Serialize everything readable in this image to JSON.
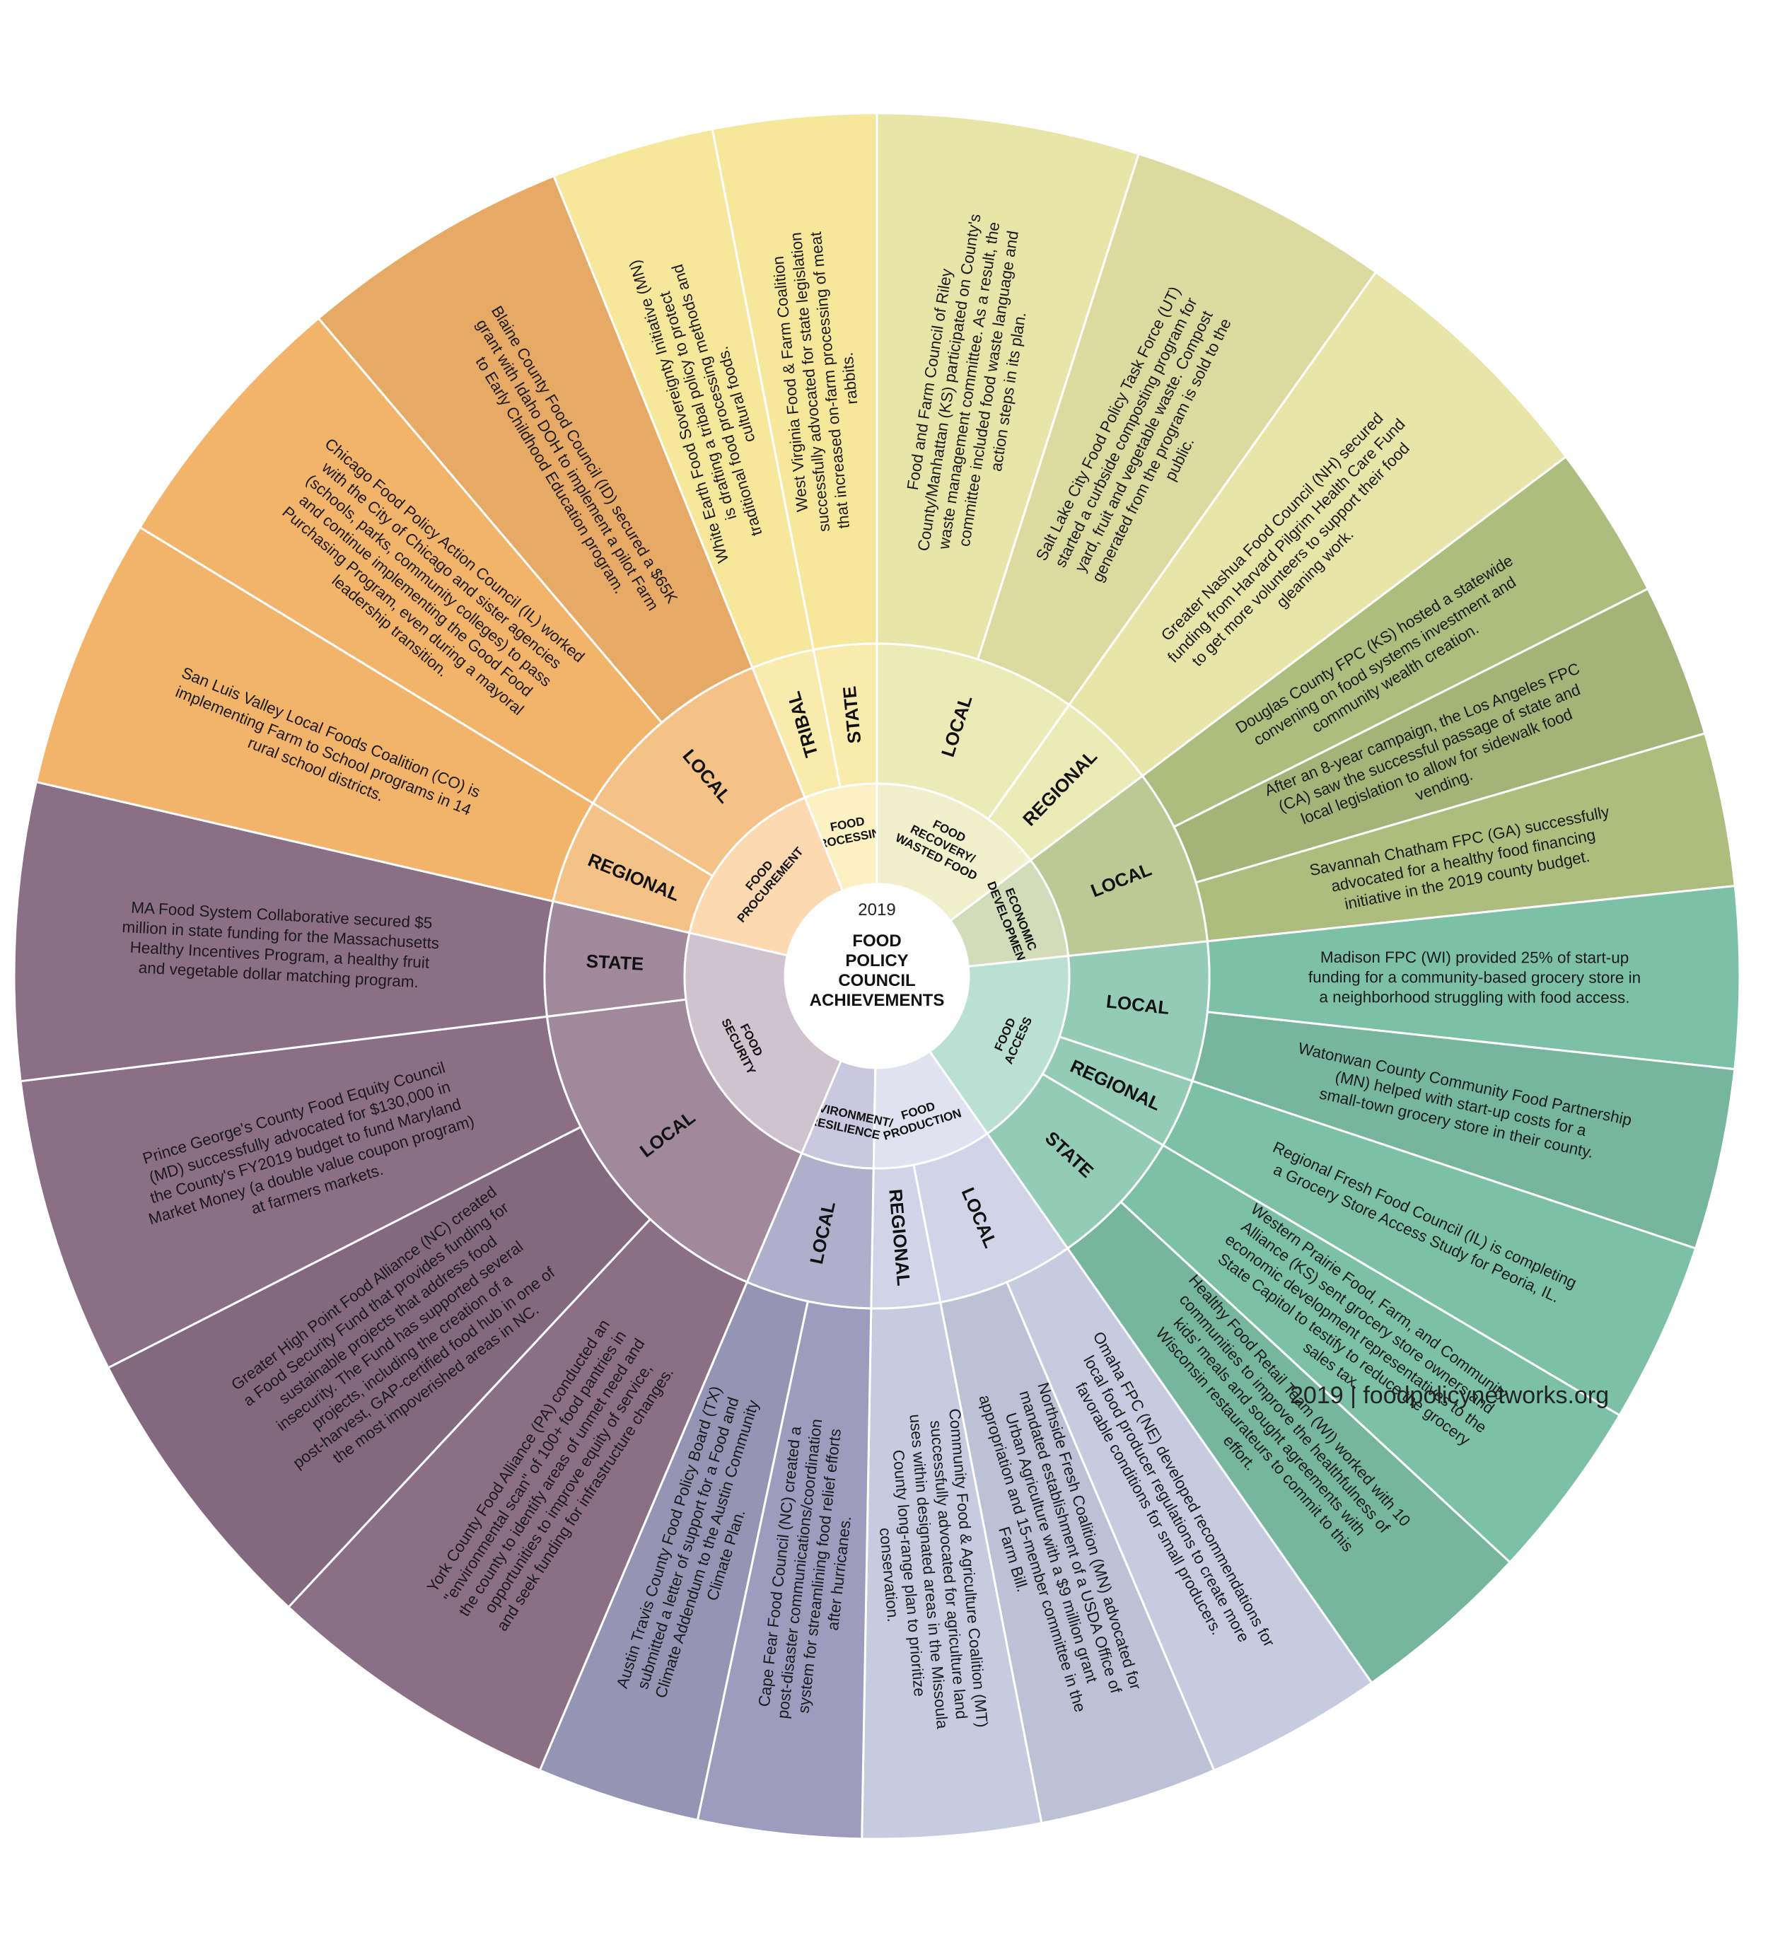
{
  "center": {
    "year": "2019",
    "title_lines": [
      "FOOD",
      "POLICY",
      "COUNCIL",
      "ACHIEVEMENTS"
    ]
  },
  "footer": "2019 | foodpolicynetworks.org",
  "categories": [
    {
      "name": "food-processing",
      "label_lines": [
        "FOOD",
        "PROCESSING"
      ],
      "color": "#f7e79a",
      "light": "#fbf1c3",
      "levels": [
        {
          "label": "TRIBAL",
          "items": [
            "White Earth Food Sovereignty Initiative (MN) is drafting a tribal policy to protect traditional food processing methods and cultural foods."
          ]
        },
        {
          "label": "STATE",
          "items": [
            "West Virginia Food & Farm Coalition successfully advocated for state legislation that increased on-farm processing of meat rabbits."
          ]
        }
      ]
    },
    {
      "name": "food-recovery",
      "label_lines": [
        "FOOD",
        "RECOVERY/",
        "WASTED FOOD"
      ],
      "color": "#e7e6a8",
      "light": "#f0f0cc",
      "levels": [
        {
          "label": "LOCAL",
          "items": [
            "Food and Farm Council of Riley County/Manhattan (KS) participated on County's waste management committee. As a result, the committee included food waste language and action steps in its plan.",
            "Salt Lake City Food Policy Task Force (UT) started a curbside composting program for yard, fruit and vegetable waste. Compost generated from the program is sold to the public."
          ]
        },
        {
          "label": "REGIONAL",
          "items": [
            "Greater Nashua Food Council (NH) secured funding from Harvard Pilgrim Health Care Fund to get more volunteers to support their food gleaning work."
          ]
        }
      ]
    },
    {
      "name": "economic-development",
      "label_lines": [
        "ECONOMIC",
        "DEVELOPMENT"
      ],
      "color": "#adbd7e",
      "light": "#d3dcb8",
      "levels": [
        {
          "label": "LOCAL",
          "items": [
            "Douglas County FPC (KS) hosted a statewide convening on food systems investment and community wealth creation.",
            "After an 8-year campaign, the Los Angeles FPC (CA) saw the successful passage of state and local legislation to allow for sidewalk food vending.",
            "Savannah Chatham FPC (GA) successfully advocated for a healthy food financing initiative in the 2019 county budget."
          ]
        }
      ]
    },
    {
      "name": "food-access",
      "label_lines": [
        "FOOD",
        "ACCESS"
      ],
      "color": "#7cc0a7",
      "light": "#b9e0d3",
      "levels": [
        {
          "label": "LOCAL",
          "items": [
            "Madison FPC (WI) provided 25% of start-up funding for a community-based grocery store in a neighborhood struggling with food access.",
            "Watonwan County Community Food Partnership (MN) helped with start-up costs for a small-town grocery store in their county."
          ]
        },
        {
          "label": "REGIONAL",
          "items": [
            "Regional Fresh Food Council (IL) is completing a Grocery Store Access Study for Peoria, IL."
          ]
        },
        {
          "label": "STATE",
          "items": [
            "Western Prairie Food, Farm, and Community Alliance (KS) sent grocery store owners and economic development representatives to the State Capitol to testify to reduce the grocery sales tax.",
            "Healthy Food Retail Team (WI) worked with 10 communities to improve the healthfulness of kids' meals and sought agreements with Wisconsin restaurateurs to commit to this effort."
          ]
        }
      ]
    },
    {
      "name": "food-production",
      "label_lines": [
        "FOOD",
        "PRODUCTION"
      ],
      "color": "#c7cbe0",
      "light": "#e0e3ef",
      "levels": [
        {
          "label": "LOCAL",
          "items": [
            "Omaha FPC (NE) developed recommendations for local food producer regulations to create more favorable conditions for small producers.",
            "Northside Fresh Coalition (MN) advocated for mandated establishment of a USDA Office of Urban Agriculture with a $9 million grant appropriation and 15-member committee in the Farm Bill."
          ]
        },
        {
          "label": "REGIONAL",
          "items": [
            "Community Food & Agriculture Coalition (MT) successfully advocated for agriculture land uses within designated areas in the Missoula County long-range plan to prioritize conservation."
          ]
        }
      ]
    },
    {
      "name": "environment-resilience",
      "label_lines": [
        "ENVIRONMENT/",
        "RESILIENCE"
      ],
      "color": "#9d9cbf",
      "light": "#c9c8de",
      "levels": [
        {
          "label": "LOCAL",
          "items": [
            "Cape Fear Food Council (NC) created a post-disaster communications/coordination system for streamlining food relief efforts after hurricanes.",
            "Austin Travis County Food Policy Board (TX) submitted a letter of support for a Food and Climate Addendum to the Austin Community Climate Plan."
          ]
        }
      ]
    },
    {
      "name": "food-security",
      "label_lines": [
        "FOOD",
        "SECURITY"
      ],
      "color": "#8a6f85",
      "light": "#cfc3cd",
      "levels": [
        {
          "label": "LOCAL",
          "items": [
            "York County Food Alliance (PA) conducted an \"environmental scan\" of 100+ food pantries in the county to identify areas of unmet need and opportunities to improve equity of service, and seek funding for infrastructure changes.",
            "Greater High Point Food Alliance (NC) created a Food Security Fund that provides funding for sustainable projects that address food insecurity. The Fund has supported several projects, including the creation of a post-harvest, GAP-certified food hub in one of the most impoverished areas in NC.",
            "Prince George's County Food Equity Council (MD) successfully advocated for $130,000 in the County's FY2019 budget to fund Maryland Market Money (a double value coupon program) at farmers markets."
          ]
        },
        {
          "label": "STATE",
          "items": [
            "MA Food System Collaborative secured $5 million in state funding for the Massachusetts Healthy Incentives Program, a healthy fruit and vegetable dollar matching program."
          ]
        }
      ]
    },
    {
      "name": "food-procurement",
      "label_lines": [
        "FOOD",
        "PROCUREMENT"
      ],
      "color": "#f2b36b",
      "light": "#fcd9b0",
      "levels": [
        {
          "label": "REGIONAL",
          "items": [
            "San Luis Valley Local Foods Coalition (CO) is implementing Farm to School programs in 14 rural school districts."
          ]
        },
        {
          "label": "LOCAL",
          "items": [
            "Chicago Food Policy Action Council (IL) worked with the City of Chicago and sister agencies (schools, parks, community colleges) to pass and continue implementing the Good Food Purchasing Program, even during a mayoral leadership transition.",
            "Blaine County Food Council (ID) secured a $65K grant with Idaho DOH to implement a pilot Farm to Early Childhood Education program."
          ]
        }
      ]
    }
  ]
}
